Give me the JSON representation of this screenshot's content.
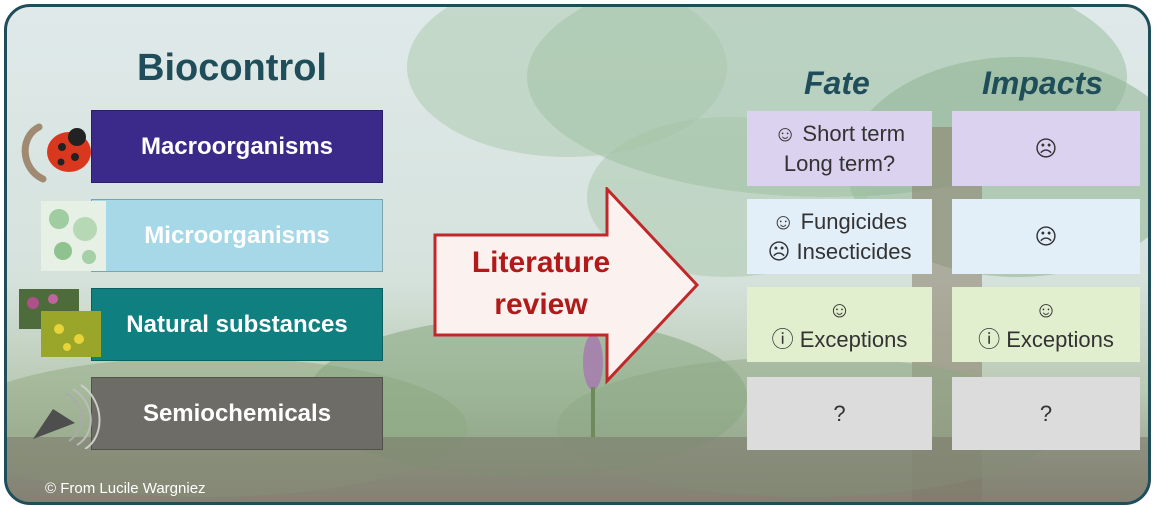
{
  "title": "Biocontrol",
  "categories": [
    {
      "label": "Macroorganisms",
      "icon": "ladybug-icon",
      "color": "#3b2a8a"
    },
    {
      "label": "Microorganisms",
      "icon": "microbes-icon",
      "color": "#9fd6e6"
    },
    {
      "label": "Natural substances",
      "icon": "plants-icon",
      "color": "#0f7f80"
    },
    {
      "label": "Semiochemicals",
      "icon": "moth-icon",
      "color": "#6e6c66"
    }
  ],
  "arrow_label": {
    "line1": "Literature",
    "line2": "review"
  },
  "headers": {
    "fate": "Fate",
    "impacts": "Impacts"
  },
  "rows": [
    {
      "fate": [
        "☺ Short term",
        "Long term?"
      ],
      "impacts": "☹",
      "color": "#d9d2ef"
    },
    {
      "fate": [
        "☺ Fungicides",
        "☹ Insecticides"
      ],
      "impacts": "☹",
      "color": "#e2eff8"
    },
    {
      "fate": [
        "☺",
        "ⓘ Exceptions"
      ],
      "impacts": [
        "☺",
        "ⓘ Exceptions"
      ],
      "color": "#e1eecd"
    },
    {
      "fate": "?",
      "impacts": "?",
      "color": "#dcdcdc"
    }
  ],
  "credit": "© From Lucile Wargniez"
}
